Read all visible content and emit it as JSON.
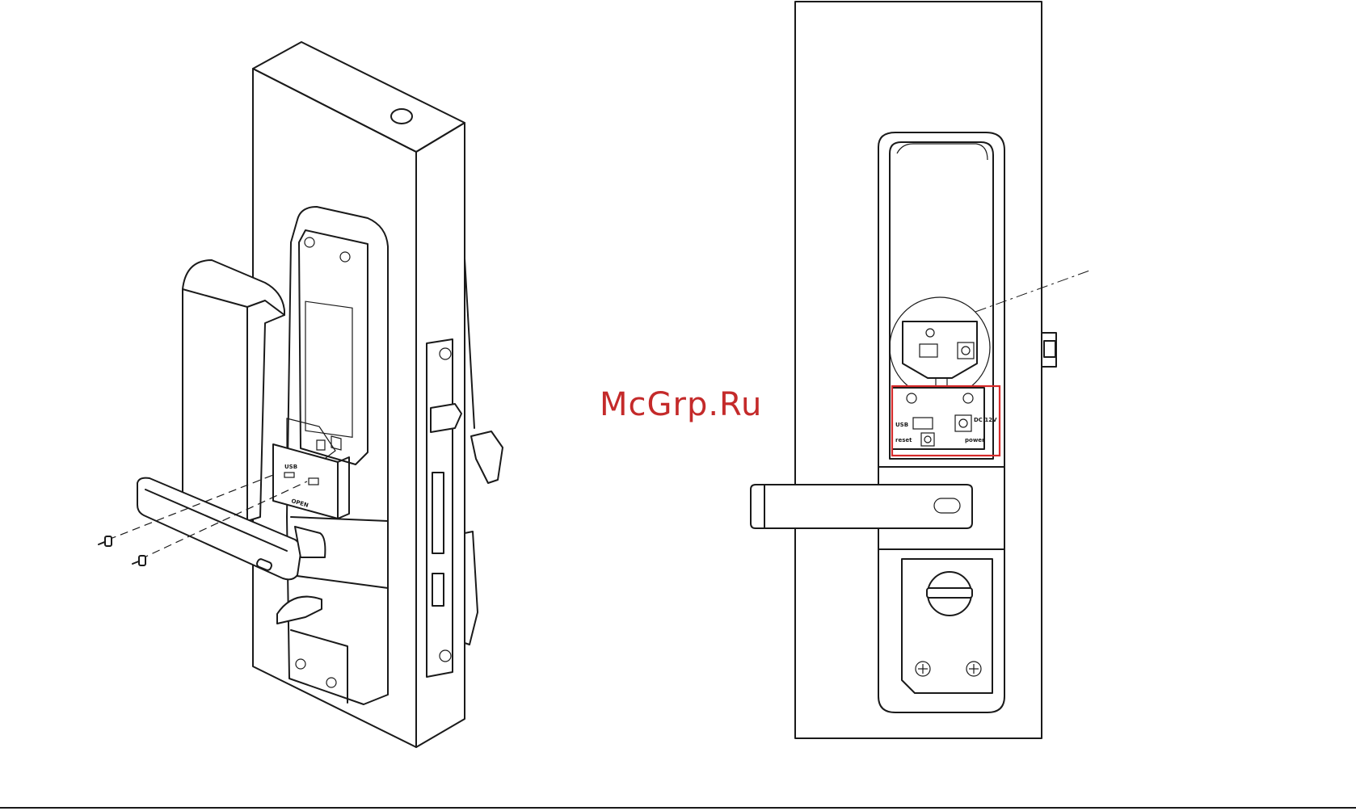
{
  "watermark": {
    "text": "McGrp.Ru",
    "color": "#c42a2a"
  },
  "left_view": {
    "port_labels": {
      "usb": "USB",
      "open": "OPEN"
    }
  },
  "right_view": {
    "port_labels": {
      "usb": "USB",
      "dc": "DC 12V",
      "reset": "reset",
      "power": "power"
    },
    "highlight_color": "#d62a2a"
  },
  "icons": [
    "screw-icon",
    "usb-port-icon",
    "dc-jack-icon",
    "reset-button-icon",
    "thumb-turn-icon"
  ]
}
